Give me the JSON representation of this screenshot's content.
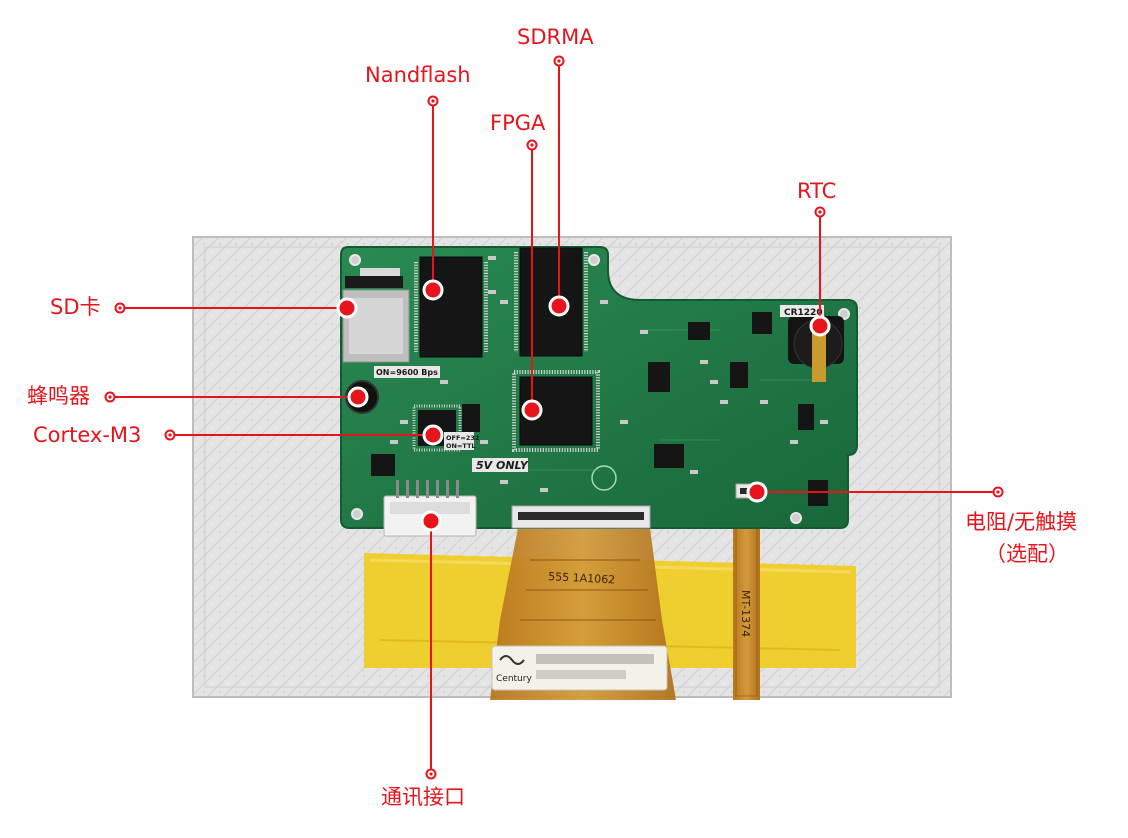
{
  "callouts": {
    "sdrma": "SDRMA",
    "nandflash": "Nandflash",
    "fpga": "FPGA",
    "rtc": "RTC",
    "sd_card": "SD卡",
    "buzzer": "蜂鸣器",
    "cortex_m3": "Cortex-M3",
    "touch_line1": "电阻/无触摸",
    "touch_line2": "（选配）",
    "comm_port": "通讯接口"
  },
  "board_markings": {
    "baud": "ON=9600 Bps",
    "interface_mode": "OFF=232\nON=TTL",
    "voltage": "5V ONLY",
    "battery": "CR1220",
    "flex_part": "MT-1374",
    "flex_text": "555 1A1062",
    "brand": "Century"
  },
  "colors": {
    "accent": "#e8141b",
    "pcb": "#1e7a45",
    "screen": "#e6e6e6",
    "tape": "#f0cc20",
    "flex": "#c88a2a"
  }
}
